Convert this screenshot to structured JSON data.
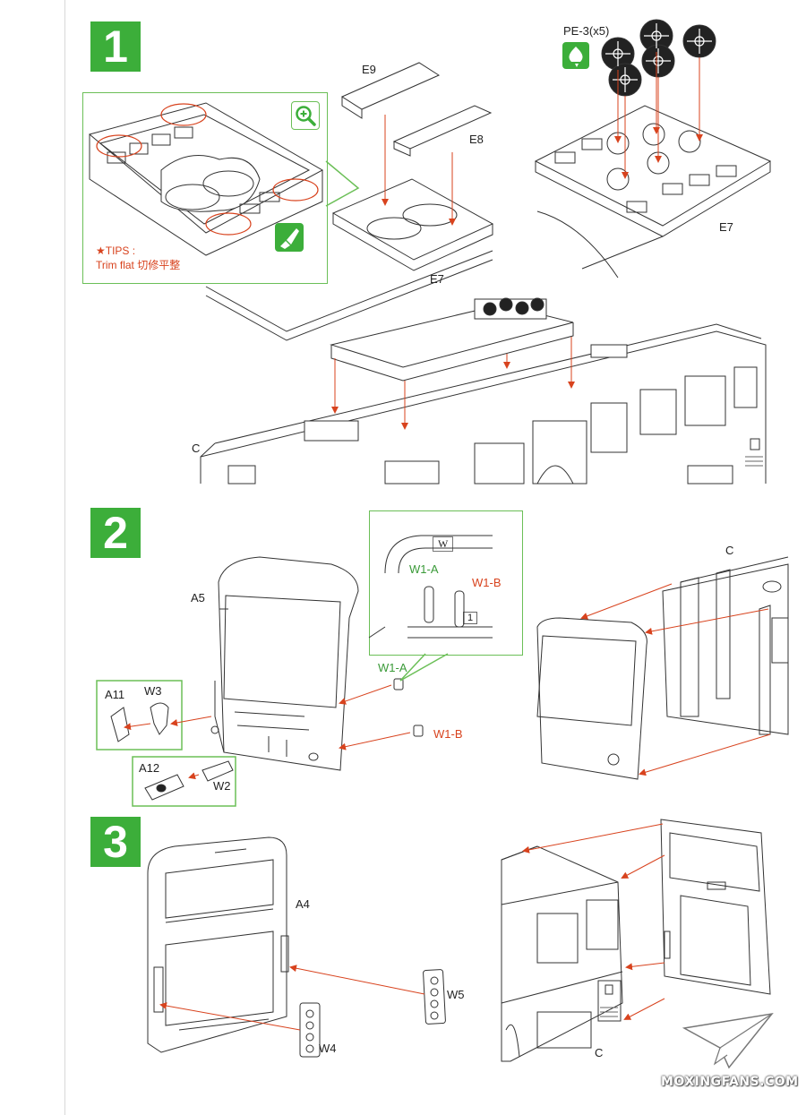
{
  "steps": [
    "1",
    "2",
    "3"
  ],
  "step1": {
    "parts": {
      "e9": "E9",
      "e8": "E8",
      "e7": "E7",
      "e7_right": "E7",
      "pe3": "PE-3(x5)",
      "c": "C"
    },
    "tips": {
      "title": "★TIPS :",
      "text": "Trim flat  切修平整"
    }
  },
  "step2": {
    "parts": {
      "a5": "A5",
      "a11": "A11",
      "w3": "W3",
      "a12": "A12",
      "w2": "W2",
      "c": "C"
    },
    "callout": {
      "w_label": "W",
      "w1a": "W1-A",
      "w1b": "W1-B",
      "sprue_num": "1"
    },
    "w1a": "W1-A",
    "w1b": "W1-B"
  },
  "step3": {
    "parts": {
      "a4": "A4",
      "w5": "W5",
      "w4": "W4",
      "c": "C"
    }
  },
  "watermark": {
    "text": "MOXINGFANS.COM"
  },
  "colors": {
    "step_green": "#3cae3a",
    "callout_green": "#6bbf57",
    "arrow_red": "#d8431e"
  },
  "icons": [
    "zoom-in-icon",
    "hobby-knife-icon",
    "paint-drop-icon"
  ]
}
